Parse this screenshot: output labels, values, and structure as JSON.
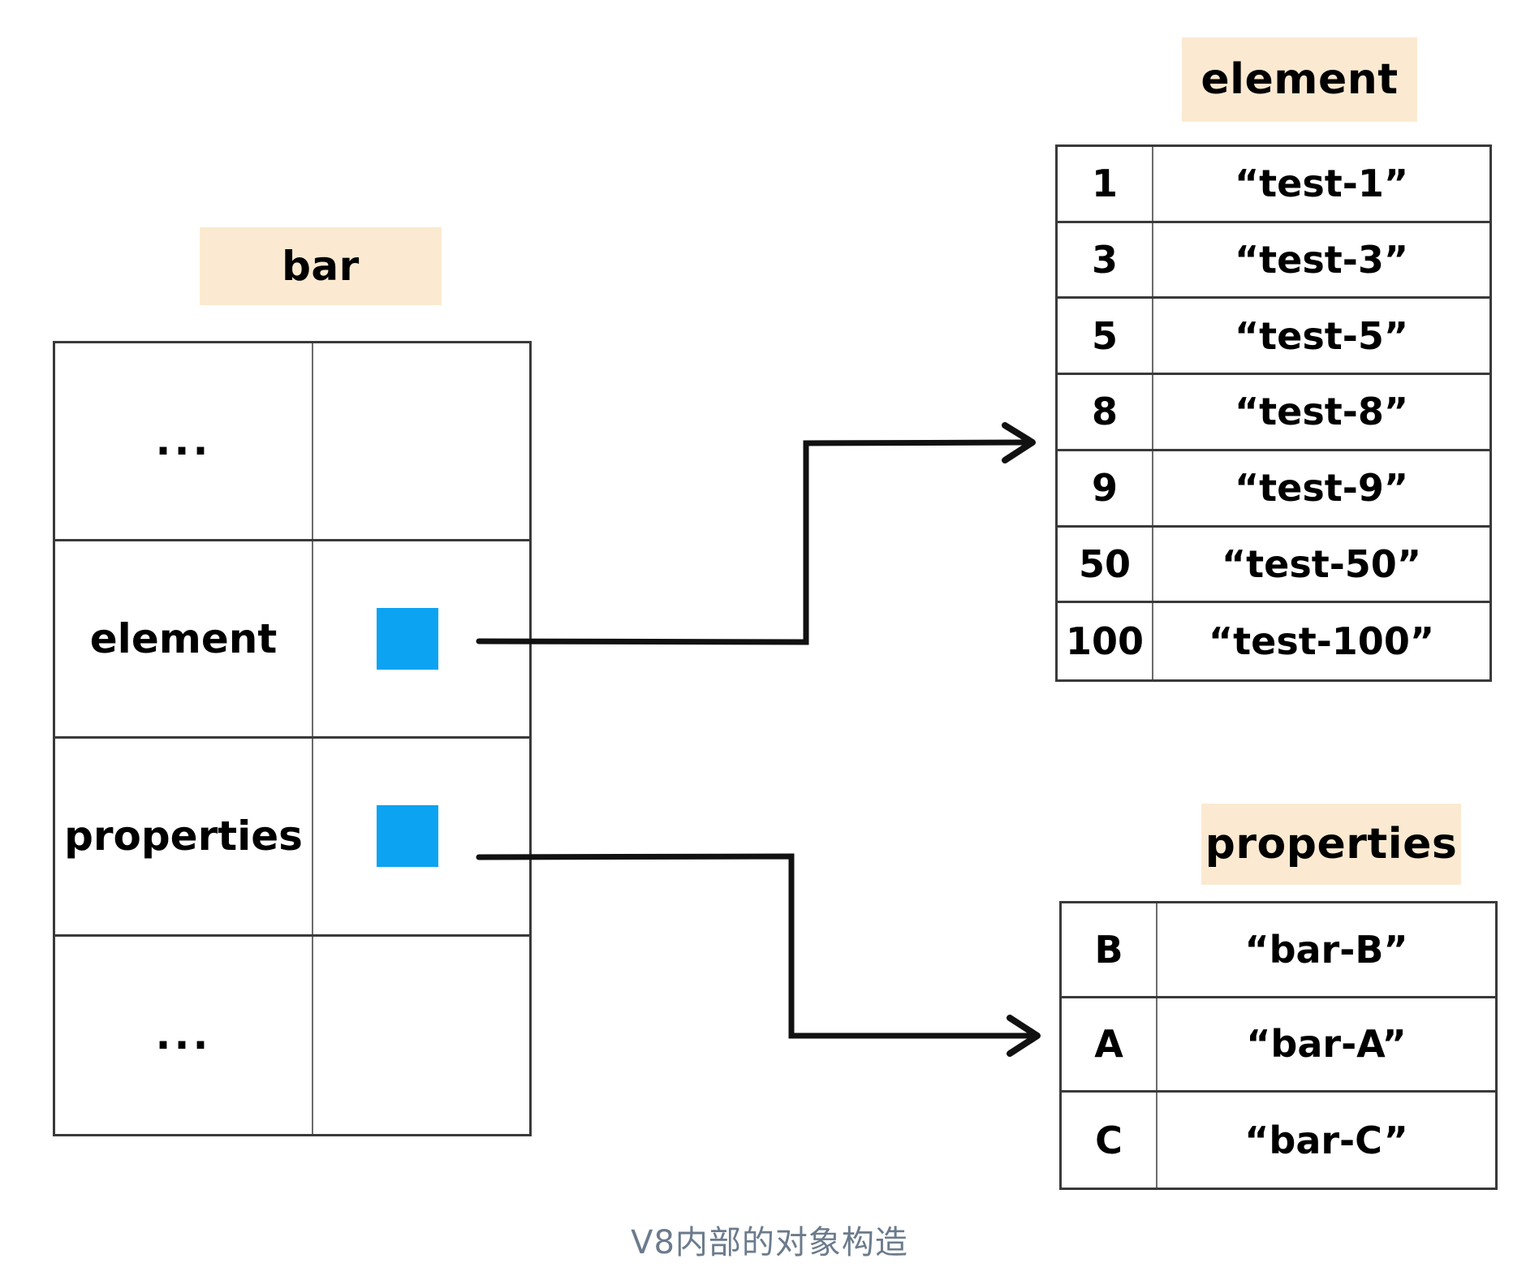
{
  "diagram": {
    "caption": "V8内部的对象构造",
    "colors": {
      "chip_background": "#fbead1",
      "pointer_box": "#0ba3f2",
      "table_border": "#3a3a3a",
      "caption_text": "#6b7b8c",
      "connector_stroke": "#111111"
    }
  },
  "bar_object": {
    "title": "bar",
    "rows": [
      {
        "key": "...",
        "value": "",
        "pointer": false
      },
      {
        "key": "element",
        "value": "",
        "pointer": true
      },
      {
        "key": "properties",
        "value": "",
        "pointer": true
      },
      {
        "key": "...",
        "value": "",
        "pointer": false
      }
    ]
  },
  "element_table": {
    "title": "element",
    "rows": [
      {
        "key": "1",
        "value": "“test-1”"
      },
      {
        "key": "3",
        "value": "“test-3”"
      },
      {
        "key": "5",
        "value": "“test-5”"
      },
      {
        "key": "8",
        "value": "“test-8”"
      },
      {
        "key": "9",
        "value": "“test-9”"
      },
      {
        "key": "50",
        "value": "“test-50”"
      },
      {
        "key": "100",
        "value": "“test-100”"
      }
    ]
  },
  "properties_table": {
    "title": "properties",
    "rows": [
      {
        "key": "B",
        "value": "“bar-B”"
      },
      {
        "key": "A",
        "value": "“bar-A”"
      },
      {
        "key": "C",
        "value": "“bar-C”"
      }
    ]
  },
  "connectors": [
    {
      "from": "bar.element",
      "to": "element_table"
    },
    {
      "from": "bar.properties",
      "to": "properties_table"
    }
  ]
}
